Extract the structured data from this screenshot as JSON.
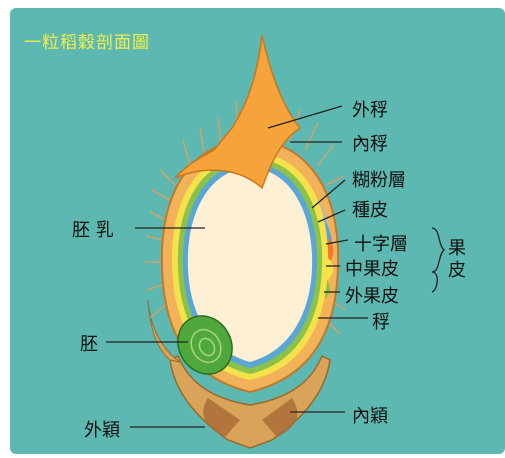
{
  "title": "一粒稻穀剖面圖",
  "labels": {
    "outer_lemma": "外稃",
    "inner_lemma": "內稃",
    "aleurone": "糊粉層",
    "seed_coat": "種皮",
    "cross_layer": "十字層",
    "mesocarp": "中果皮",
    "exocarp": "外果皮",
    "pericarp": "果皮",
    "lemma": "稃",
    "endosperm": "胚 乳",
    "embryo": "胚",
    "outer_glume": "外穎",
    "inner_glume": "內穎"
  },
  "colors": {
    "panel": "#5cb8b0",
    "title": "#f3ef4a",
    "awn": "#f5a33a",
    "endosperm": "#fdf0d5",
    "embryo": "#4fa83c",
    "aleurone_blue": "#5aa7d6",
    "seed_coat_gray": "#b8b8b8",
    "cross_orange": "#f07a2a",
    "mesocarp_yellow": "#f5e24a",
    "exocarp_green": "#8cc24a",
    "glume": "#d9a45a"
  }
}
